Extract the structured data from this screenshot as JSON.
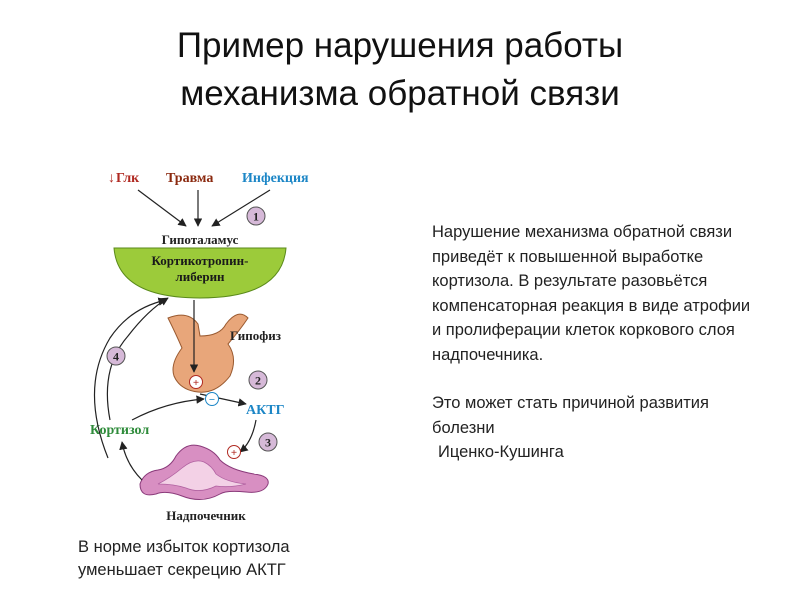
{
  "title": {
    "line1": "Пример нарушения работы",
    "line2": "механизма обратной связи"
  },
  "diagram": {
    "factors": {
      "glc": "Глк",
      "trauma": "Травма",
      "infection": "Инфекция"
    },
    "hypothalamus": "Гипоталамус",
    "crh_line1": "Кортикотропин-",
    "crh_line2": "либерин",
    "pituitary": "Гипофиз",
    "acth": "АКТГ",
    "cortisol": "Кортизол",
    "adrenal": "Надпочечник",
    "steps": [
      "1",
      "2",
      "3",
      "4"
    ],
    "signs": {
      "plus": "+",
      "minus": "−"
    },
    "colors": {
      "glc": "#b02a22",
      "trauma": "#8b2a10",
      "infection": "#1c86c6",
      "hypothalamus_fill": "#9ccb3a",
      "pituitary_fill": "#e8a67a",
      "acth": "#1c86c6",
      "cortisol": "#2e8b3a",
      "adrenal_fill": "#d88fc2",
      "step_fill": "#d6b9d8"
    }
  },
  "explanation": {
    "paragraph1": "Нарушение механизма обратной связи приведёт к повышенной выработке кортизола. В результате разовьётся компенсаторная реакция в виде атрофии и пролиферации клеток коркового слоя надпочечника.",
    "paragraph2_line1": "Это может стать причиной развития болезни",
    "paragraph2_line2": "Иценко-Кушинга"
  },
  "caption": {
    "line1": "В норме избыток кортизола",
    "line2": "уменьшает секрецию АКТГ"
  }
}
